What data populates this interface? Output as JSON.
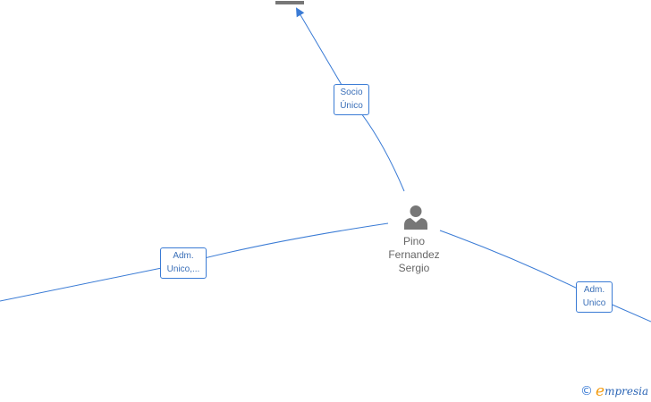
{
  "center_node": {
    "type": "person",
    "icon": "person-icon",
    "name_lines": [
      "Pino",
      "Fernandez",
      "Sergio"
    ]
  },
  "top_node": {
    "type": "company",
    "icon": "building-icon"
  },
  "edges": {
    "top": {
      "label_lines": [
        "Socio",
        "Único"
      ]
    },
    "left": {
      "label_lines": [
        "Adm.",
        "Unico,..."
      ]
    },
    "right": {
      "label_lines": [
        "Adm.",
        "Unico"
      ]
    }
  },
  "footer": {
    "copyright_symbol": "©",
    "brand_initial": "e",
    "brand_rest": "mpresia"
  },
  "colors": {
    "edge": "#3a7bd5",
    "icon": "#777777",
    "label_text": "#3a6fb8",
    "brand_orange": "#f39c12",
    "brand_blue": "#2a64b5"
  }
}
